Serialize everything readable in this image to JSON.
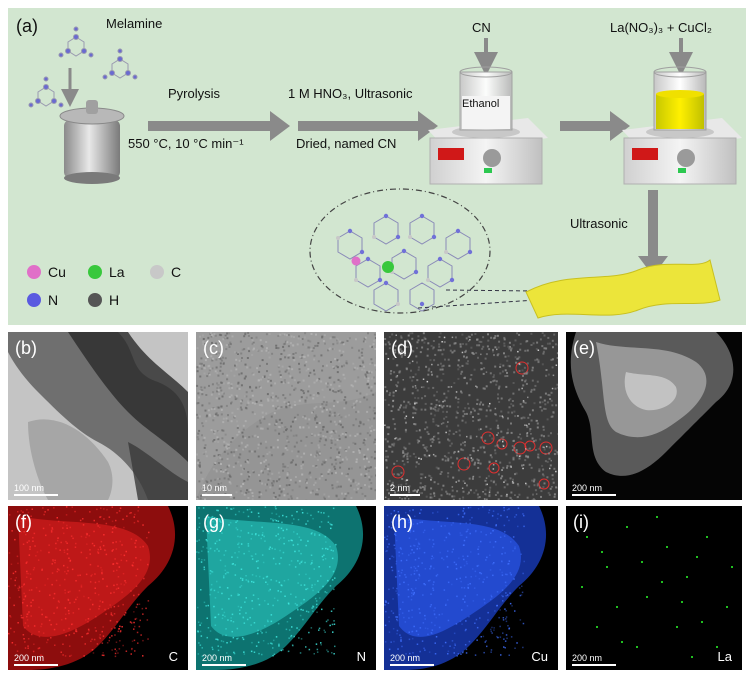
{
  "panel_a": {
    "label": "(a)",
    "melamine": "Melamine",
    "step1_top": "Pyrolysis",
    "step1_bottom": "550 °C, 10 °C min⁻¹",
    "step2_top": "1 M HNO₃, Ultrasonic",
    "step2_bottom": "Dried, named CN",
    "cn": "CN",
    "ethanol": "Ethanol",
    "reagent": "La(NO₃)₃ + CuCl₂",
    "ultrasonic": "Ultrasonic",
    "legend": [
      {
        "symbol": "Cu",
        "color": "#e070c8"
      },
      {
        "symbol": "La",
        "color": "#38c83c"
      },
      {
        "symbol": "C",
        "color": "#c8c8c8"
      },
      {
        "symbol": "N",
        "color": "#5a5ae0"
      },
      {
        "symbol": "H",
        "color": "#555555"
      }
    ]
  },
  "panels": [
    {
      "label": "(b)",
      "scale": "100 nm",
      "element": ""
    },
    {
      "label": "(c)",
      "scale": "10 nm",
      "element": ""
    },
    {
      "label": "(d)",
      "scale": "2 nm",
      "element": ""
    },
    {
      "label": "(e)",
      "scale": "200 nm",
      "element": ""
    },
    {
      "label": "(f)",
      "scale": "200 nm",
      "element": "C",
      "color": "#e01010"
    },
    {
      "label": "(g)",
      "scale": "200 nm",
      "element": "N",
      "color": "#20c8c0"
    },
    {
      "label": "(h)",
      "scale": "200 nm",
      "element": "Cu",
      "color": "#2050ff"
    },
    {
      "label": "(i)",
      "scale": "200 nm",
      "element": "La",
      "color": "#20c020"
    }
  ]
}
